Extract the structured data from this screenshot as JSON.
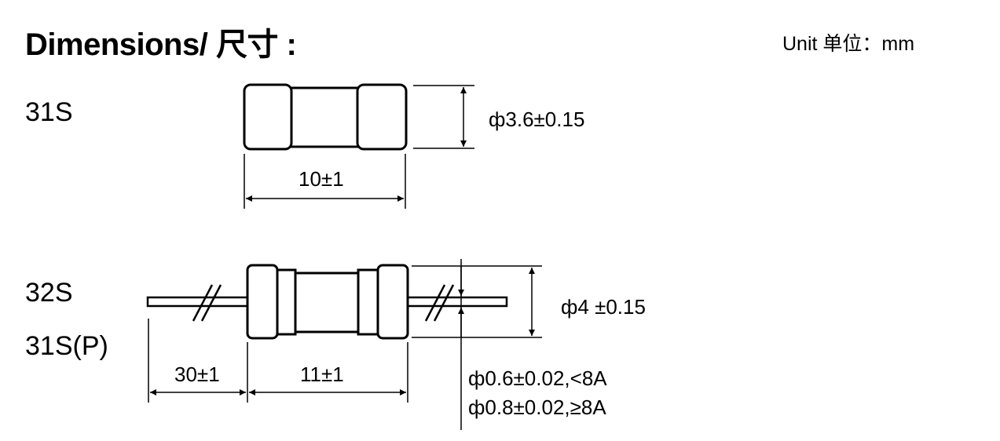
{
  "header": {
    "title": "Dimensions/ 尺寸 :",
    "unit": "Unit 单位：mm"
  },
  "models": {
    "top": "31S",
    "bottom_1": "32S",
    "bottom_2": "31S(P)"
  },
  "dimensions_31s": {
    "diameter": "ф3.6±0.15",
    "length": "10±1"
  },
  "dimensions_32s": {
    "diameter": "ф4 ±0.15",
    "lead_length": "30±1",
    "body_length": "11±1",
    "lead_dia_small": "ф0.6±0.02,<8A",
    "lead_dia_large": "ф0.8±0.02,≥8A"
  },
  "colors": {
    "line": "#000000",
    "background": "#ffffff"
  }
}
